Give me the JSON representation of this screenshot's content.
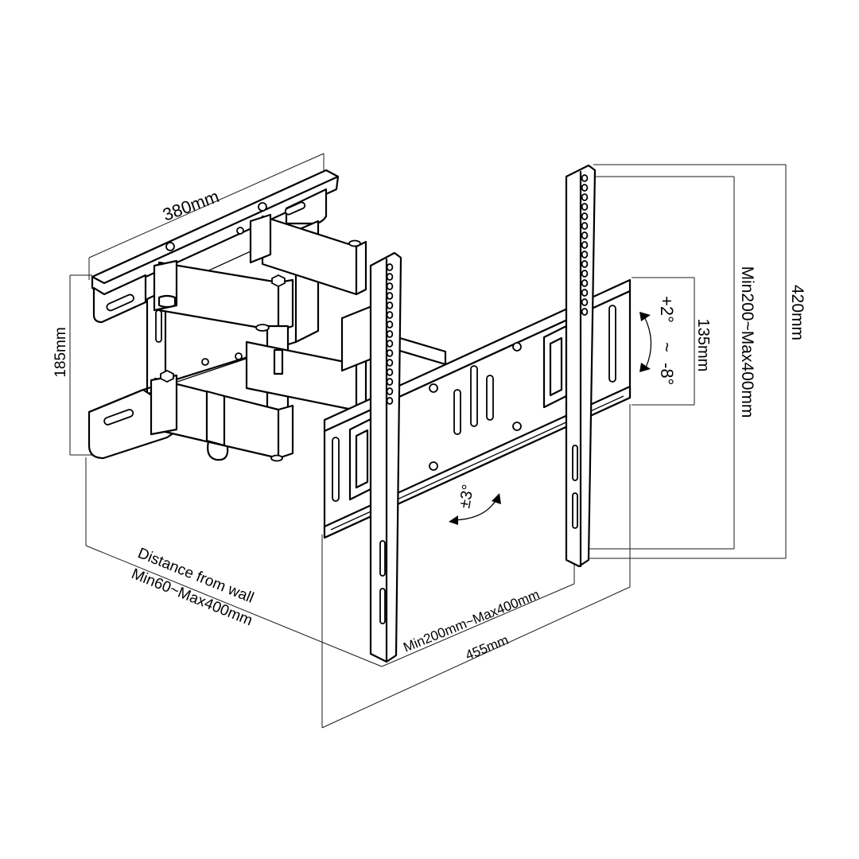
{
  "colors": {
    "line": "#000000",
    "background": "#ffffff"
  },
  "labels": {
    "wall_plate_width": "380mm",
    "wall_plate_height": "185mm",
    "distance_line1": "Distance from wall",
    "distance_line2": "Min60~Max400mm",
    "vesa_horizontal": "Min200mm~Max400mm",
    "tv_plate_width": "455mm",
    "tilt_height": "135mm",
    "tilt_up": "+2°",
    "tilt_sep": "~",
    "tilt_down": "-8°",
    "vesa_vertical": "Min200~Max400mm",
    "total_height": "420mm",
    "swivel": "±3°"
  }
}
